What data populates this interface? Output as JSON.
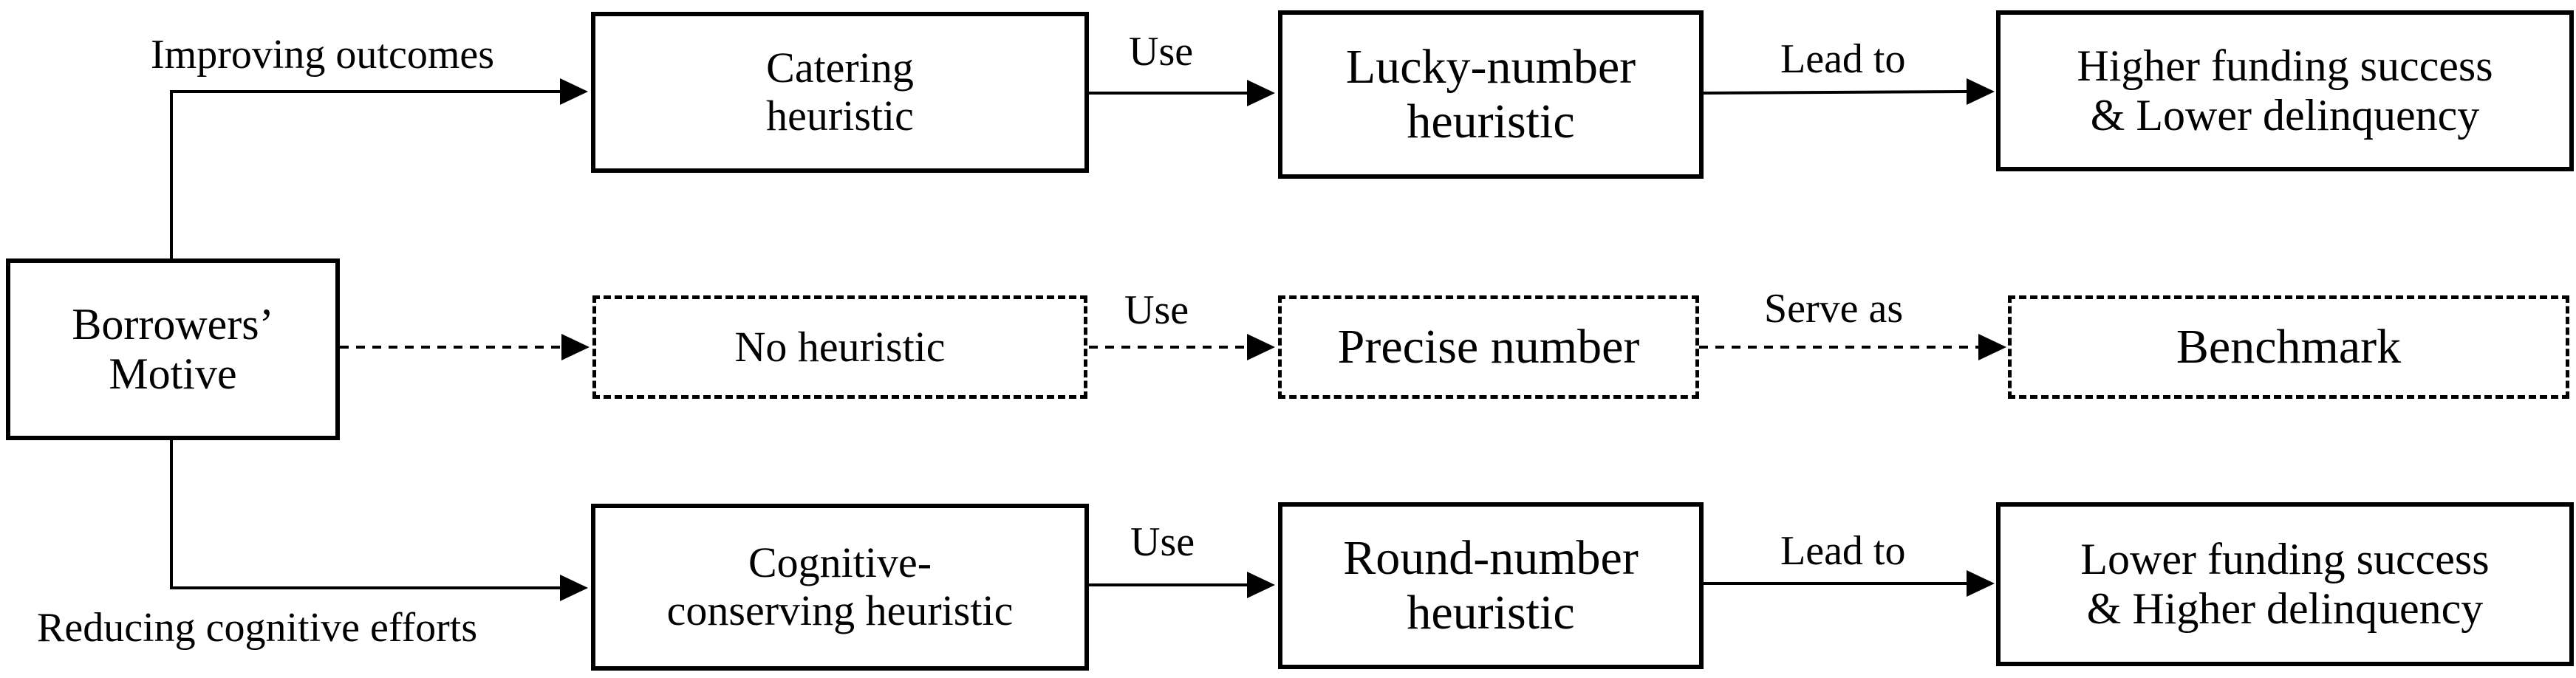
{
  "boxes": {
    "borrowers_motive": "Borrowers’\nMotive",
    "catering_heuristic": "Catering\nheuristic",
    "no_heuristic": "No heuristic",
    "cognitive_conserving_heuristic": "Cognitive-\nconserving heuristic",
    "lucky_number_heuristic": "Lucky-number\nheuristic",
    "precise_number": "Precise number",
    "round_number_heuristic": "Round-number\nheuristic",
    "higher_funding_success": "Higher funding success\n& Lower delinquency",
    "benchmark": "Benchmark",
    "lower_funding_success": "Lower funding success\n& Higher delinquency"
  },
  "edge_labels": {
    "improving_outcomes": "Improving  outcomes",
    "reducing_cognitive_efforts": "Reducing cognitive efforts",
    "use_top": "Use",
    "use_middle": "Use",
    "use_bottom": "Use",
    "lead_to_top": "Lead to",
    "serve_as": "Serve as",
    "lead_to_bottom": "Lead to"
  },
  "colors": {
    "stroke": "#000000",
    "background": "#ffffff"
  },
  "line_styles": {
    "top_row": "solid",
    "middle_row": "dashed",
    "bottom_row": "solid"
  }
}
